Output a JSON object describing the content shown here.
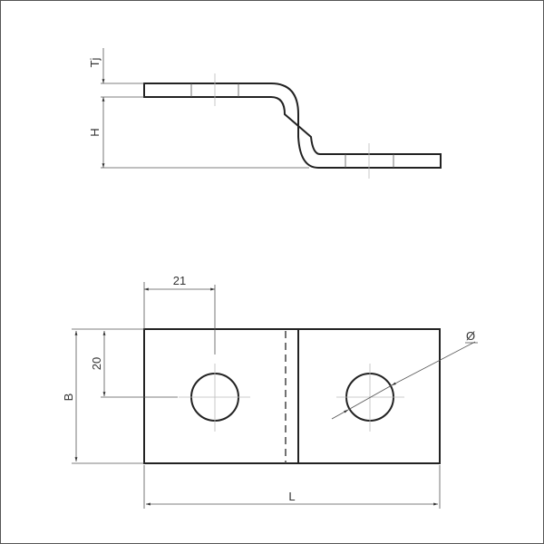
{
  "side_view": {
    "thickness_label": "Tj",
    "height_label": "H"
  },
  "top_view": {
    "hole_offset_x_label": "21",
    "hole_offset_y_label": "20",
    "width_label": "B",
    "length_label": "L",
    "diameter_label": "Ø"
  }
}
